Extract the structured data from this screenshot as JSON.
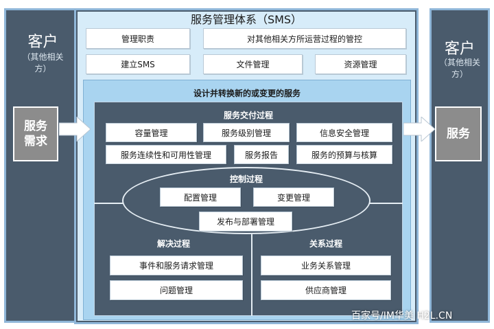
{
  "sms": {
    "title": "服务管理体系（SMS）",
    "top_row": [
      "管理职责",
      "对其他相关方所运营过程的管控"
    ],
    "second_row": [
      "建立SMS",
      "文件管理",
      "资源管理"
    ]
  },
  "customer_left": {
    "title": "客户",
    "sub_line1": "（其他相关",
    "sub_line2": "方）"
  },
  "customer_right": {
    "title": "客户",
    "sub_line1": "（其他相关",
    "sub_line2": "方）"
  },
  "service_request": {
    "line1": "服务",
    "line2": "需求"
  },
  "service_output": {
    "label": "服务"
  },
  "design": {
    "title": "设计并转换新的或变更的服务"
  },
  "delivery": {
    "title": "服务交付过程",
    "row1": [
      "容量管理",
      "服务级别管理",
      "信息安全管理"
    ],
    "row2": [
      "服务连续性和可用性管理",
      "服务报告",
      "服务的预算与核算"
    ]
  },
  "control": {
    "title": "控制过程",
    "items": [
      "配置管理",
      "变更管理",
      "发布与部署管理"
    ]
  },
  "resolution": {
    "title": "解决过程",
    "items": [
      "事件和服务请求管理",
      "问题管理"
    ]
  },
  "relationship": {
    "title": "关系过程",
    "items": [
      "业务关系管理",
      "供应商管理"
    ]
  },
  "watermark": "百家号/IM华美 H2L.CN",
  "colors": {
    "frame_bg": "#4a5b6c",
    "frame_border": "#8fb6d8",
    "sms_bg": "#d7ecf9",
    "design_bg": "#a9d4f0",
    "delivery_bg": "#4a5b6c",
    "grey_box": "#8c8c8c"
  }
}
